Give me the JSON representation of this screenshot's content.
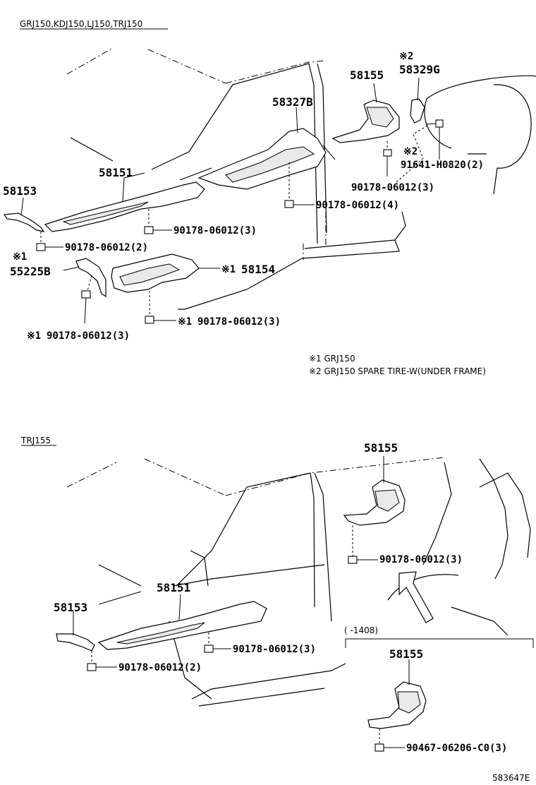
{
  "section_top": {
    "label": "GRJ150,KDJ150,LJ150,TRJ150"
  },
  "section_bottom": {
    "label": "TRJ155"
  },
  "top_parts": {
    "p58153": "58153",
    "p58151": "58151",
    "p58327b": "58327B",
    "p58155": "58155",
    "p58329g_mark": "※2",
    "p58329g": "58329G",
    "p55225b_mark": "※1",
    "p55225b": "55225B",
    "p58154_mark": "※1",
    "p58154": "58154"
  },
  "top_fasteners": {
    "f_bolt_mark": "※2",
    "f_bolt": "91641-H0820(2)",
    "f_58155": "90178-06012(3)",
    "f_58327b": "90178-06012(4)",
    "f_58151": "90178-06012(3)",
    "f_58153": "90178-06012(2)",
    "f_58154_mark": "※1",
    "f_58154": "90178-06012(3)",
    "f_55225b_mark": "※1",
    "f_55225b": "90178-06012(3)"
  },
  "notes": {
    "n1": "※1 GRJ150",
    "n2": "※2 GRJ150 SPARE TIRE-W(UNDER FRAME)"
  },
  "bottom_parts": {
    "p58155": "58155",
    "p58151": "58151",
    "p58153": "58153",
    "p58155_alt": "58155"
  },
  "bottom_fasteners": {
    "f_58155": "90178-06012(3)",
    "f_58151": "90178-06012(3)",
    "f_58153": "90178-06012(2)",
    "f_58155_alt": "90467-06206-C0(3)"
  },
  "bottom_range": {
    "label": "(    -1408)"
  },
  "figure_id": {
    "label": "583647E"
  }
}
